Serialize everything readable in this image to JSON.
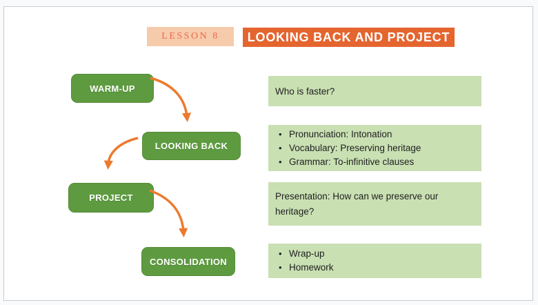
{
  "header": {
    "lesson_badge": "LESSON 8",
    "title": "LOOKING BACK AND PROJECT"
  },
  "flow": {
    "nodes": [
      {
        "label": "WARM-UP"
      },
      {
        "label": "LOOKING BACK"
      },
      {
        "label": "PROJECT"
      },
      {
        "label": "CONSOLIDATION"
      }
    ],
    "arrows": [
      {
        "from": "WARM-UP",
        "to": "LOOKING BACK"
      },
      {
        "from": "LOOKING BACK",
        "to": "PROJECT"
      },
      {
        "from": "PROJECT",
        "to": "CONSOLIDATION"
      }
    ]
  },
  "content": {
    "warm_up": "Who is faster?",
    "looking_back_items": [
      "Pronunciation: Intonation",
      "Vocabulary: Preserving heritage",
      "Grammar: To-infinitive clauses"
    ],
    "project": "Presentation: How can we preserve our heritage?",
    "consolidation_items": [
      "Wrap-up",
      "Homework"
    ]
  },
  "colors": {
    "accent-orange": "#E5652F",
    "arrow-orange": "#EC7A2E",
    "node-green": "#5E9B40",
    "panel-green": "#C9E0B3",
    "badge-bg": "#F6CBAB",
    "badge-text": "#EB6A4E",
    "frame-border": "#C7CACB",
    "outer-bg": "#F9FAFB",
    "text-dark": "#1E1E1E"
  }
}
